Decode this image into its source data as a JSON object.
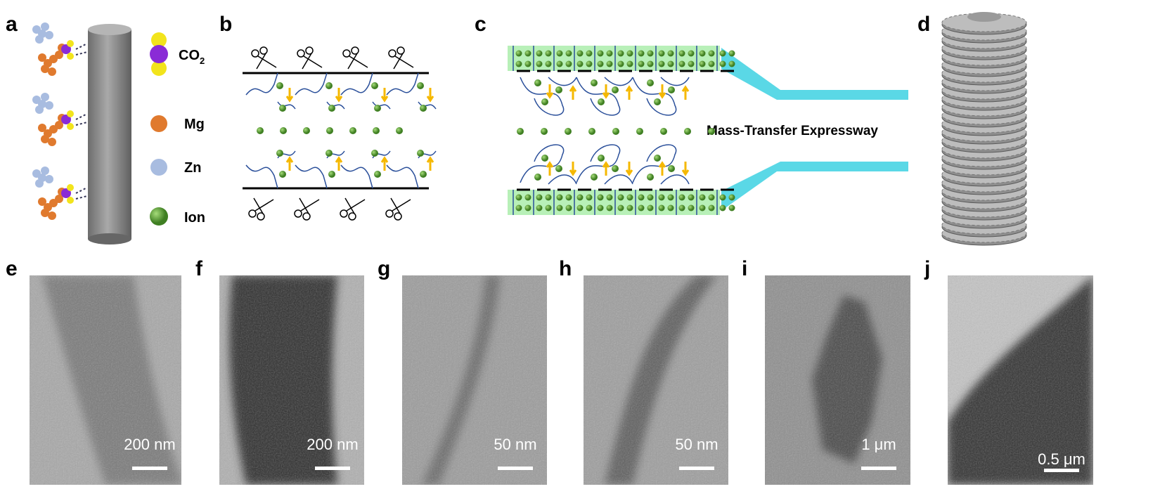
{
  "panels": {
    "a": {
      "label": "a",
      "legend": [
        {
          "name": "CO",
          "sub": "2",
          "color": "#f2e41c",
          "color2": "#8a2bd6"
        },
        {
          "name": "Mg",
          "sub": "",
          "color": "#e07a2e"
        },
        {
          "name": "Zn",
          "sub": "",
          "color": "#a8bce0"
        },
        {
          "name": "Ion",
          "sub": "",
          "color": "#5aa33a"
        }
      ]
    },
    "b": {
      "label": "b"
    },
    "c": {
      "label": "c",
      "annotation": "Mass-Transfer Expressway"
    },
    "d": {
      "label": "d"
    },
    "e": {
      "label": "e",
      "scale_bar": "200 nm"
    },
    "f": {
      "label": "f",
      "scale_bar": "200 nm"
    },
    "g": {
      "label": "g",
      "scale_bar": "50 nm"
    },
    "h": {
      "label": "h",
      "scale_bar": "50 nm"
    },
    "i": {
      "label": "i",
      "scale_bar": "1 μm"
    },
    "j": {
      "label": "j",
      "scale_bar": "0.5 μm"
    }
  },
  "colors": {
    "ion": "#5aa33a",
    "arrow": "#f5b800",
    "channel": "#5ad8e6",
    "membrane": "#b8f0b8",
    "fiber": "#2a4f9a"
  }
}
